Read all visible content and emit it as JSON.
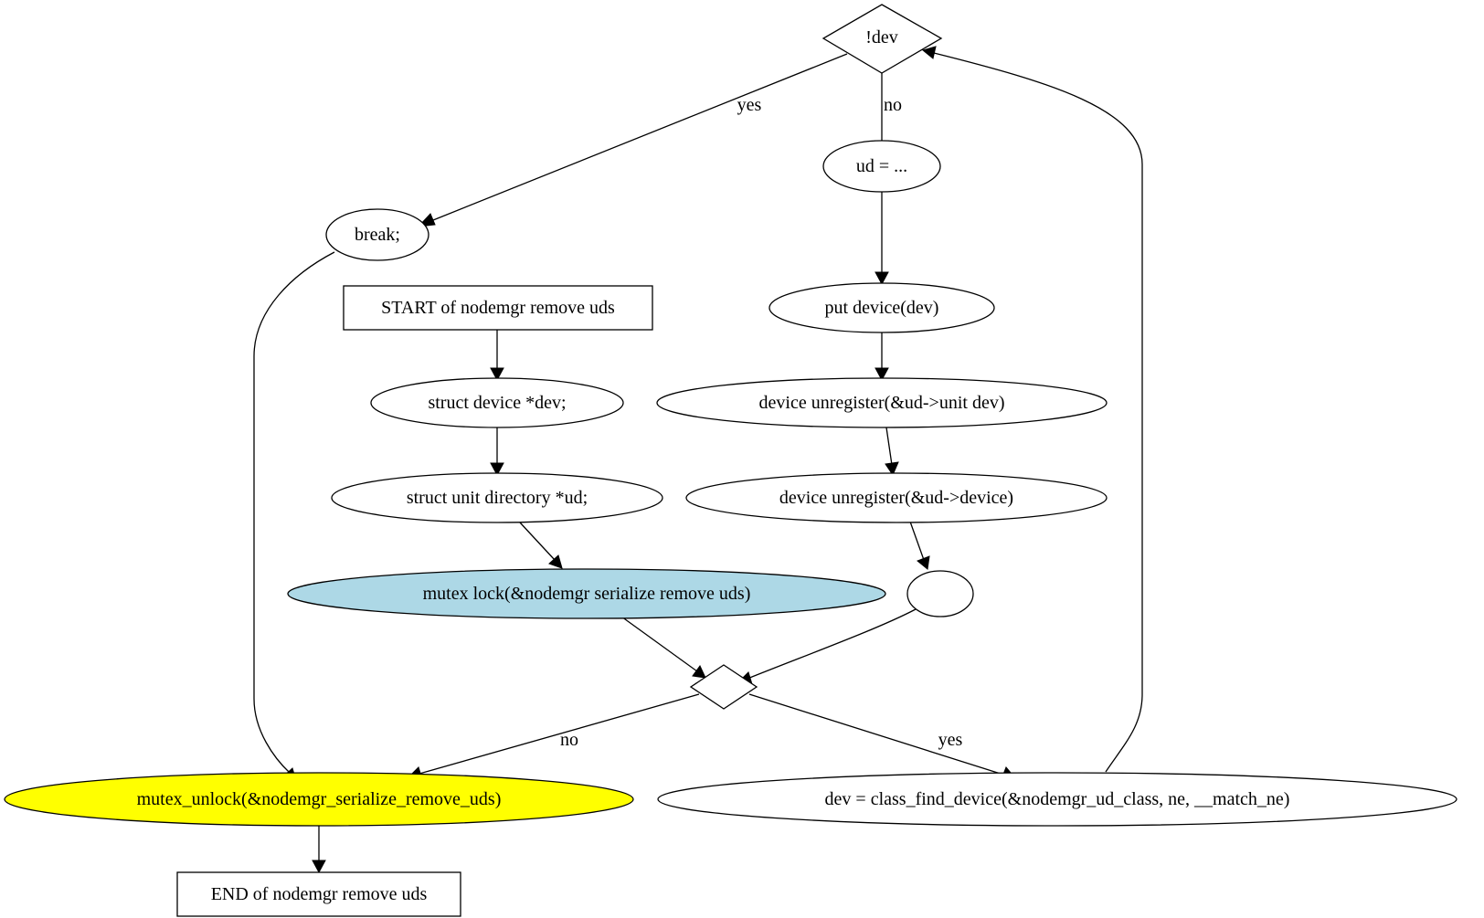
{
  "diagram": {
    "colors": {
      "lock_fill": "#add8e6",
      "unlock_fill": "#ffff00",
      "default_fill": "#ffffff",
      "stroke": "#000000"
    },
    "nodes": {
      "dev_check": "!dev",
      "ud_assign": "ud = ...",
      "break_stmt": "break;",
      "start": "START of nodemgr  remove  uds",
      "put_device": "put  device(dev)",
      "struct_device": "struct device *dev;",
      "unregister_unit_dev": "device  unregister(&ud->unit  dev)",
      "struct_unit_directory": "struct unit  directory *ud;",
      "unregister_device": "device  unregister(&ud->device)",
      "mutex_lock": "mutex  lock(&nodemgr  serialize  remove  uds)",
      "empty_node": "",
      "loop_decision": "",
      "mutex_unlock": "mutex_unlock(&nodemgr_serialize_remove_uds)",
      "find_device": "dev = class_find_device(&nodemgr_ud_class, ne, __match_ne)",
      "end": "END of nodemgr  remove  uds"
    },
    "edge_labels": {
      "dev_yes": "yes",
      "dev_no": "no",
      "loop_no": "no",
      "loop_yes": "yes"
    }
  }
}
